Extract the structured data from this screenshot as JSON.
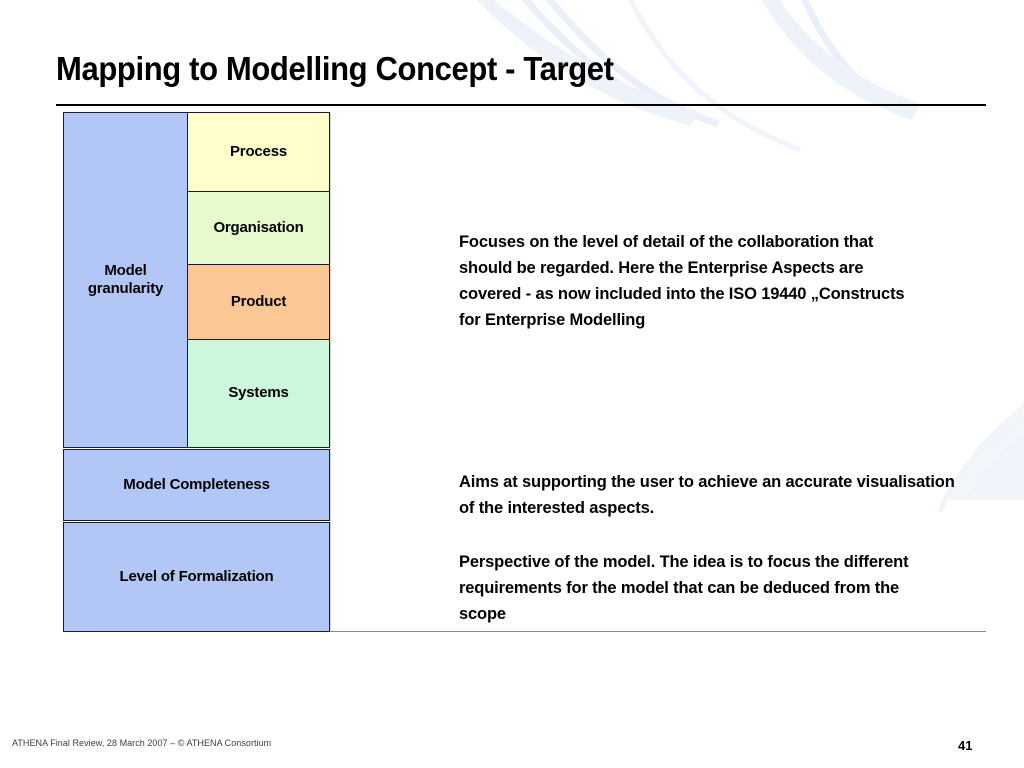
{
  "slide": {
    "title": "Mapping to Modelling Concept - Target",
    "page_number": "41",
    "footer": "ATHENA Final Review, 28 March 2007 –  © ATHENA Consortium"
  },
  "colors": {
    "granularity_blue": "#B3C7F7",
    "process_yellow": "#FFFFCC",
    "organisation_green": "#E6FACC",
    "product_orange": "#FAC795",
    "systems_mint": "#CCF7DC",
    "border": "#1a1a2e",
    "watermark": "#eef2fa"
  },
  "diagram": {
    "rows": [
      {
        "label": "Model\ngranularity",
        "name": "model-granularity",
        "color": "#B3C7F7",
        "children": [
          {
            "label": "Process",
            "name": "process",
            "color": "#FFFFCC"
          },
          {
            "label": "Organisation",
            "name": "organisation",
            "color": "#E6FACC"
          },
          {
            "label": "Product",
            "name": "product",
            "color": "#FAC795"
          },
          {
            "label": "Systems",
            "name": "systems",
            "color": "#CCF7DC"
          }
        ]
      },
      {
        "label": "Model Completeness",
        "name": "model-completeness",
        "color": "#B3C7F7",
        "children": []
      },
      {
        "label": "Level of Formalization",
        "name": "level-of-formalization",
        "color": "#B3C7F7",
        "children": []
      }
    ],
    "labels": {
      "granularity": "Model\ngranularity",
      "process": "Process",
      "organisation": "Organisation",
      "product": "Product",
      "systems": "Systems",
      "completeness": "Model Completeness",
      "formalization": "Level of Formalization"
    }
  },
  "descriptions": {
    "granularity": "Focuses on the level of detail of the collaboration that should be regarded. Here the Enterprise Aspects are covered - as now included into the ISO 19440 „Constructs for Enterprise Modelling",
    "completeness": "Aims at supporting the user to achieve an accurate visualisation of the interested aspects.",
    "formalization": "Perspective of the model. The idea is to focus the different requirements for the model that can be deduced from the scope"
  }
}
